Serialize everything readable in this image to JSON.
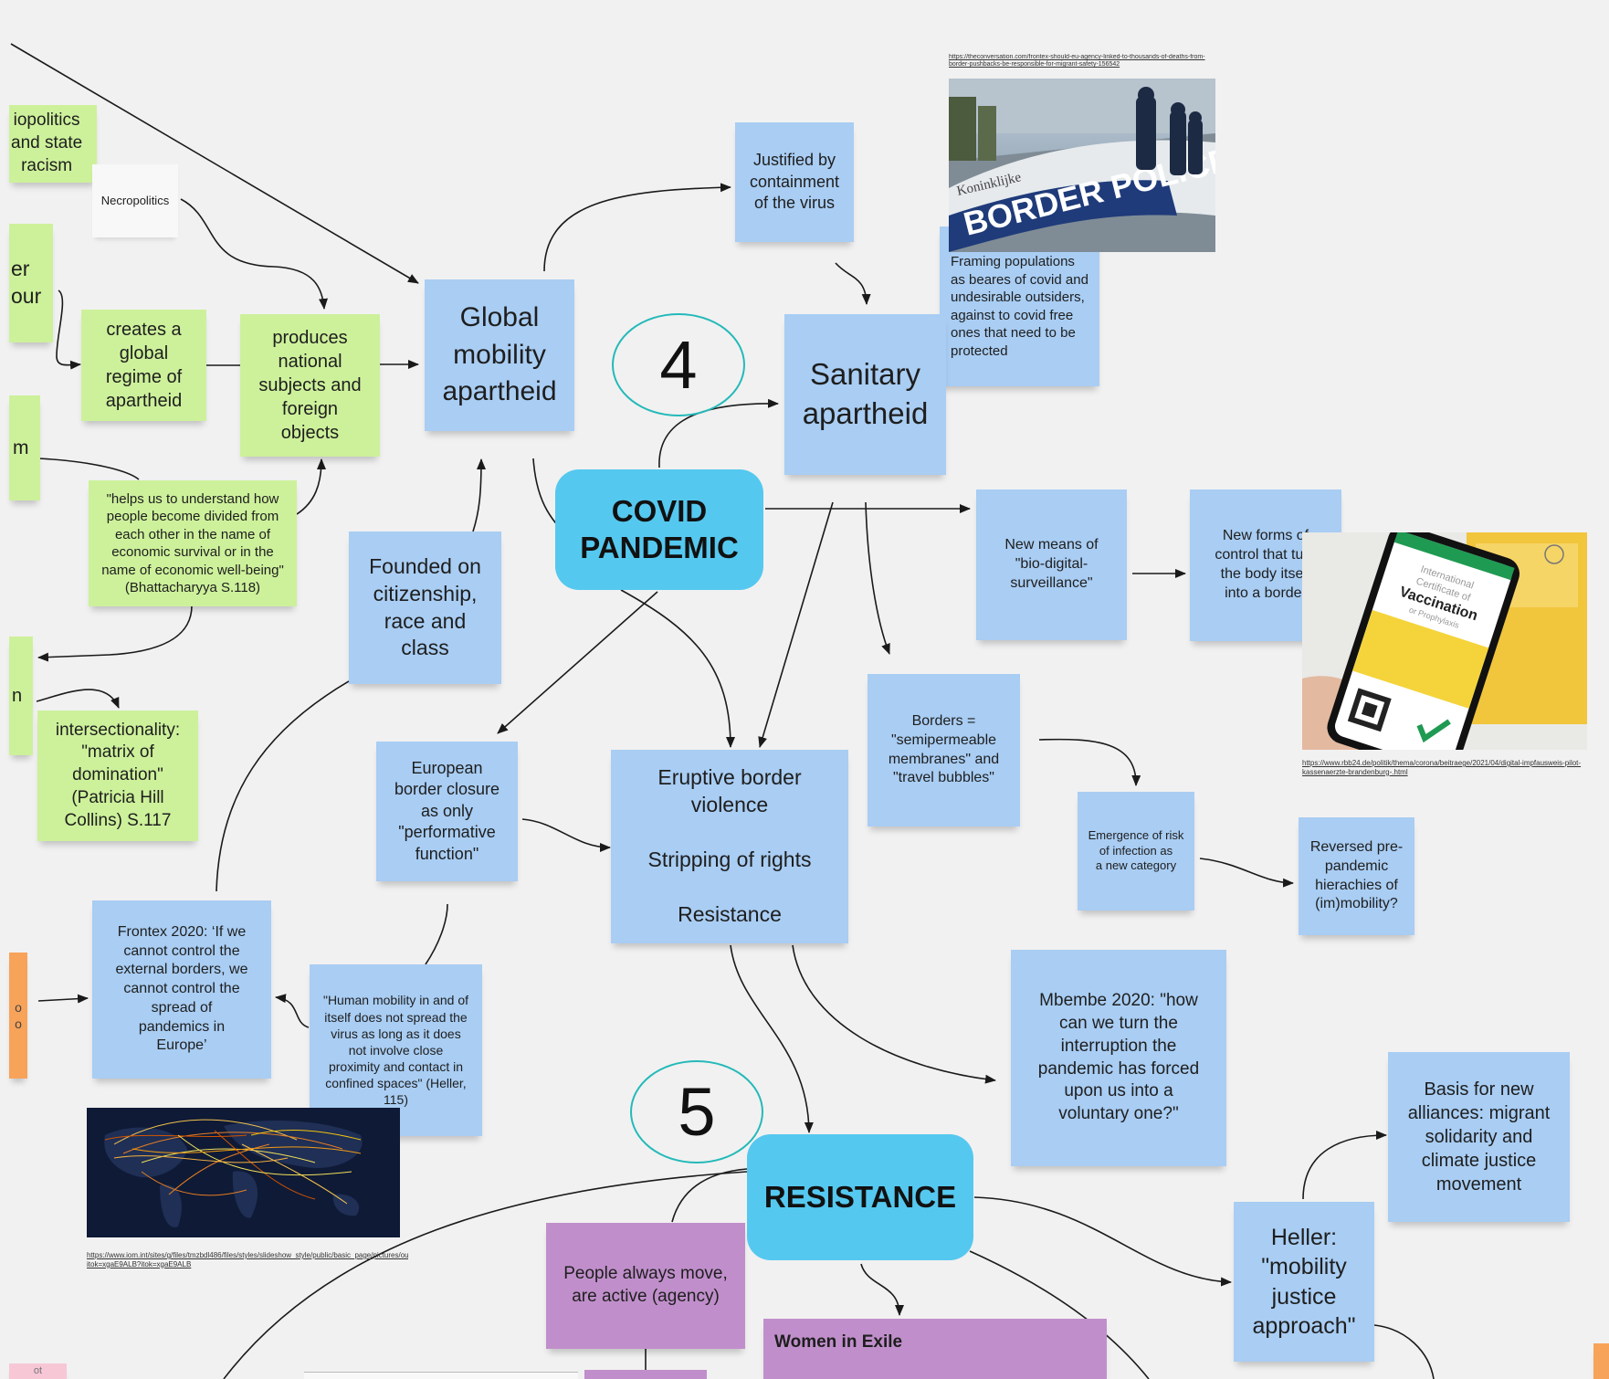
{
  "hubs": {
    "covid": "COVID\nPANDEMIC",
    "resistance": "RESISTANCE"
  },
  "numbers": {
    "four": "4",
    "five": "5"
  },
  "notes": {
    "biopolitics": "iopolitics\nand state\nracism",
    "necropolitics": "Necropolitics",
    "partial_er": "er\nour",
    "partial_m": "m",
    "partial_n": "n",
    "partial_orange": "o\no",
    "creates": "creates a\nglobal\nregime of\napartheid",
    "produces": "produces\nnational\nsubjects and\nforeign\nobjects",
    "global_mobility": "Global\nmobility\napartheid",
    "justified": "Justified by\ncontainment\nof the virus",
    "framing": "Framing populations as beares of covid and undesirable outsiders, against to covid free ones that need to be protected",
    "sanitary": "Sanitary\napartheid",
    "helps": "\"helps us to understand how people become divided from each other in the name of economic survival or in the name of economic well-being\" (Bhattacharyya S.118)",
    "founded": "Founded on\ncitizenship,\nrace and\nclass",
    "bio_digital": "New means of\n\"bio-digital-\nsurveillance\"",
    "new_forms": "New forms of\ncontrol that turn\nthe body itself\ninto a border",
    "intersectionality": "intersectionality:\n\"matrix of\ndomination\"\n(Patricia Hill\nCollins) S.117",
    "european": "European\nborder closure\nas only\n\"performative\nfunction\"",
    "eruptive": "Eruptive border\nviolence\n\nStripping of rights\n\nResistance",
    "borders": "Borders =\n\"semipermeable\nmembranes\" and\n\"travel bubbles\"",
    "emergence": "Emergence of risk\nof infection as\na new category",
    "reversed": "Reversed pre-\npandemic\nhierachies of\n(im)mobility?",
    "frontex": "Frontex 2020: ‘If we\ncannot control the\nexternal borders, we\ncannot control the\nspread of\npandemics in\nEurope’",
    "human_mobility": "\"Human mobility in and of itself does not spread the virus as long as it does not involve close proximity and contact in confined spaces\" (Heller, 115)",
    "mbembe": "Mbembe 2020: \"how can we turn the interruption the pandemic has forced upon us into a voluntary one?\"",
    "basis": "Basis for new\nalliances: migrant\nsolidarity and\nclimate justice\nmovement",
    "heller": "Heller:\n\"mobility\njustice\napproach\"",
    "people": "People always move,\nare active (agency)",
    "women": "Women in Exile",
    "pink_partial": "ot"
  },
  "images": {
    "border_police_text": "BORDER POLICE",
    "border_police_side": "Koninklijke",
    "vaccine_title": "International\nCertificate of\nVaccination",
    "vaccine_sub": "or Prophylaxis"
  },
  "captions": {
    "border_police": "https://theconversation.com/frontex-should-eu-agency-linked-to-thousands-of-deaths-from-border-pushbacks-be-responsible-for-migrant-safety-156542",
    "vaccine": "https://www.rbb24.de/politik/thema/corona/beitraege/2021/04/digital-impfausweis-pilot-kassenaerzte-brandenburg-.html",
    "world_map": "https://www.iom.int/sites/g/files/tmzbdl486/files/styles/slideshow_style/public/basic_page/pictures/outbreakpreparedness.jpg?itok=xgaE9ALB?itok=xgaE9ALB"
  },
  "colors": {
    "blue_note": "#a9cdf3",
    "green_note": "#cdf19b",
    "purple_note": "#c08fcb",
    "orange_note": "#f7a35a",
    "hub": "#55c8ef",
    "number_circle": "#24b9b9"
  }
}
